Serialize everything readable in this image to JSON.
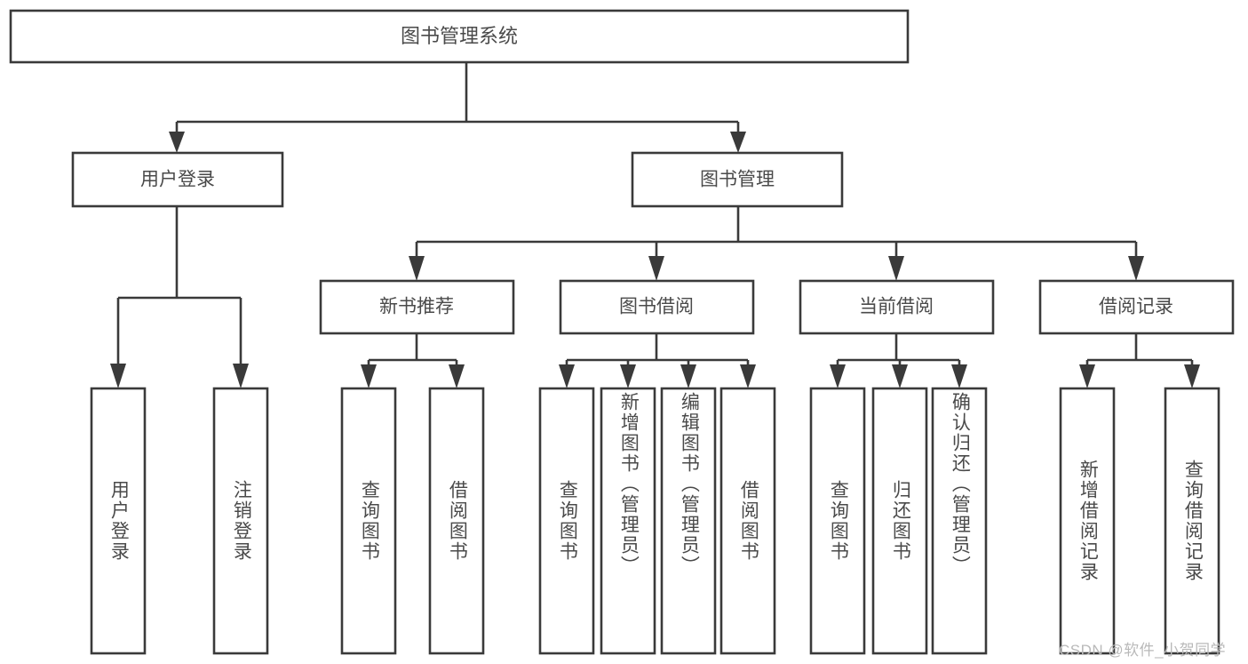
{
  "diagram": {
    "type": "tree-hierarchy",
    "title": "图书管理系统",
    "root": {
      "id": "root",
      "label": "图书管理系统"
    },
    "level2": [
      {
        "id": "user-login",
        "label": "用户登录"
      },
      {
        "id": "book-manage",
        "label": "图书管理"
      }
    ],
    "level3": [
      {
        "id": "new-book-recommend",
        "label": "新书推荐",
        "parent": "book-manage"
      },
      {
        "id": "book-borrow",
        "label": "图书借阅",
        "parent": "book-manage"
      },
      {
        "id": "current-borrow",
        "label": "当前借阅",
        "parent": "book-manage"
      },
      {
        "id": "borrow-record",
        "label": "借阅记录",
        "parent": "book-manage"
      }
    ],
    "leaves": [
      {
        "id": "leaf-user-login",
        "label": "用户登录",
        "parent": "user-login"
      },
      {
        "id": "leaf-user-logout",
        "label": "注销登录",
        "parent": "user-login"
      },
      {
        "id": "leaf-rec-query-book",
        "label": "查询图书",
        "parent": "new-book-recommend"
      },
      {
        "id": "leaf-rec-borrow-book",
        "label": "借阅图书",
        "parent": "new-book-recommend"
      },
      {
        "id": "leaf-bb-query-book",
        "label": "查询图书",
        "parent": "book-borrow"
      },
      {
        "id": "leaf-bb-add-book",
        "label": "新增图书（管理员）",
        "parent": "book-borrow"
      },
      {
        "id": "leaf-bb-edit-book",
        "label": "编辑图书（管理员）",
        "parent": "book-borrow"
      },
      {
        "id": "leaf-bb-borrow-book",
        "label": "借阅图书",
        "parent": "book-borrow"
      },
      {
        "id": "leaf-cb-query-book",
        "label": "查询图书",
        "parent": "current-borrow"
      },
      {
        "id": "leaf-cb-return-book",
        "label": "归还图书",
        "parent": "current-borrow"
      },
      {
        "id": "leaf-cb-confirm-return",
        "label": "确认归还（管理员）",
        "parent": "current-borrow"
      },
      {
        "id": "leaf-br-add-record",
        "label": "新增借阅记录",
        "parent": "borrow-record"
      },
      {
        "id": "leaf-br-query-record",
        "label": "查询借阅记录",
        "parent": "borrow-record"
      }
    ],
    "colors": {
      "stroke": "#3a3a3a",
      "box_fill": "#ffffff",
      "text": "#4a4a4a",
      "background": "#ffffff",
      "watermark": "#b9b9b9"
    }
  },
  "watermark": {
    "text": "CSDN @软件_小贺同学"
  }
}
